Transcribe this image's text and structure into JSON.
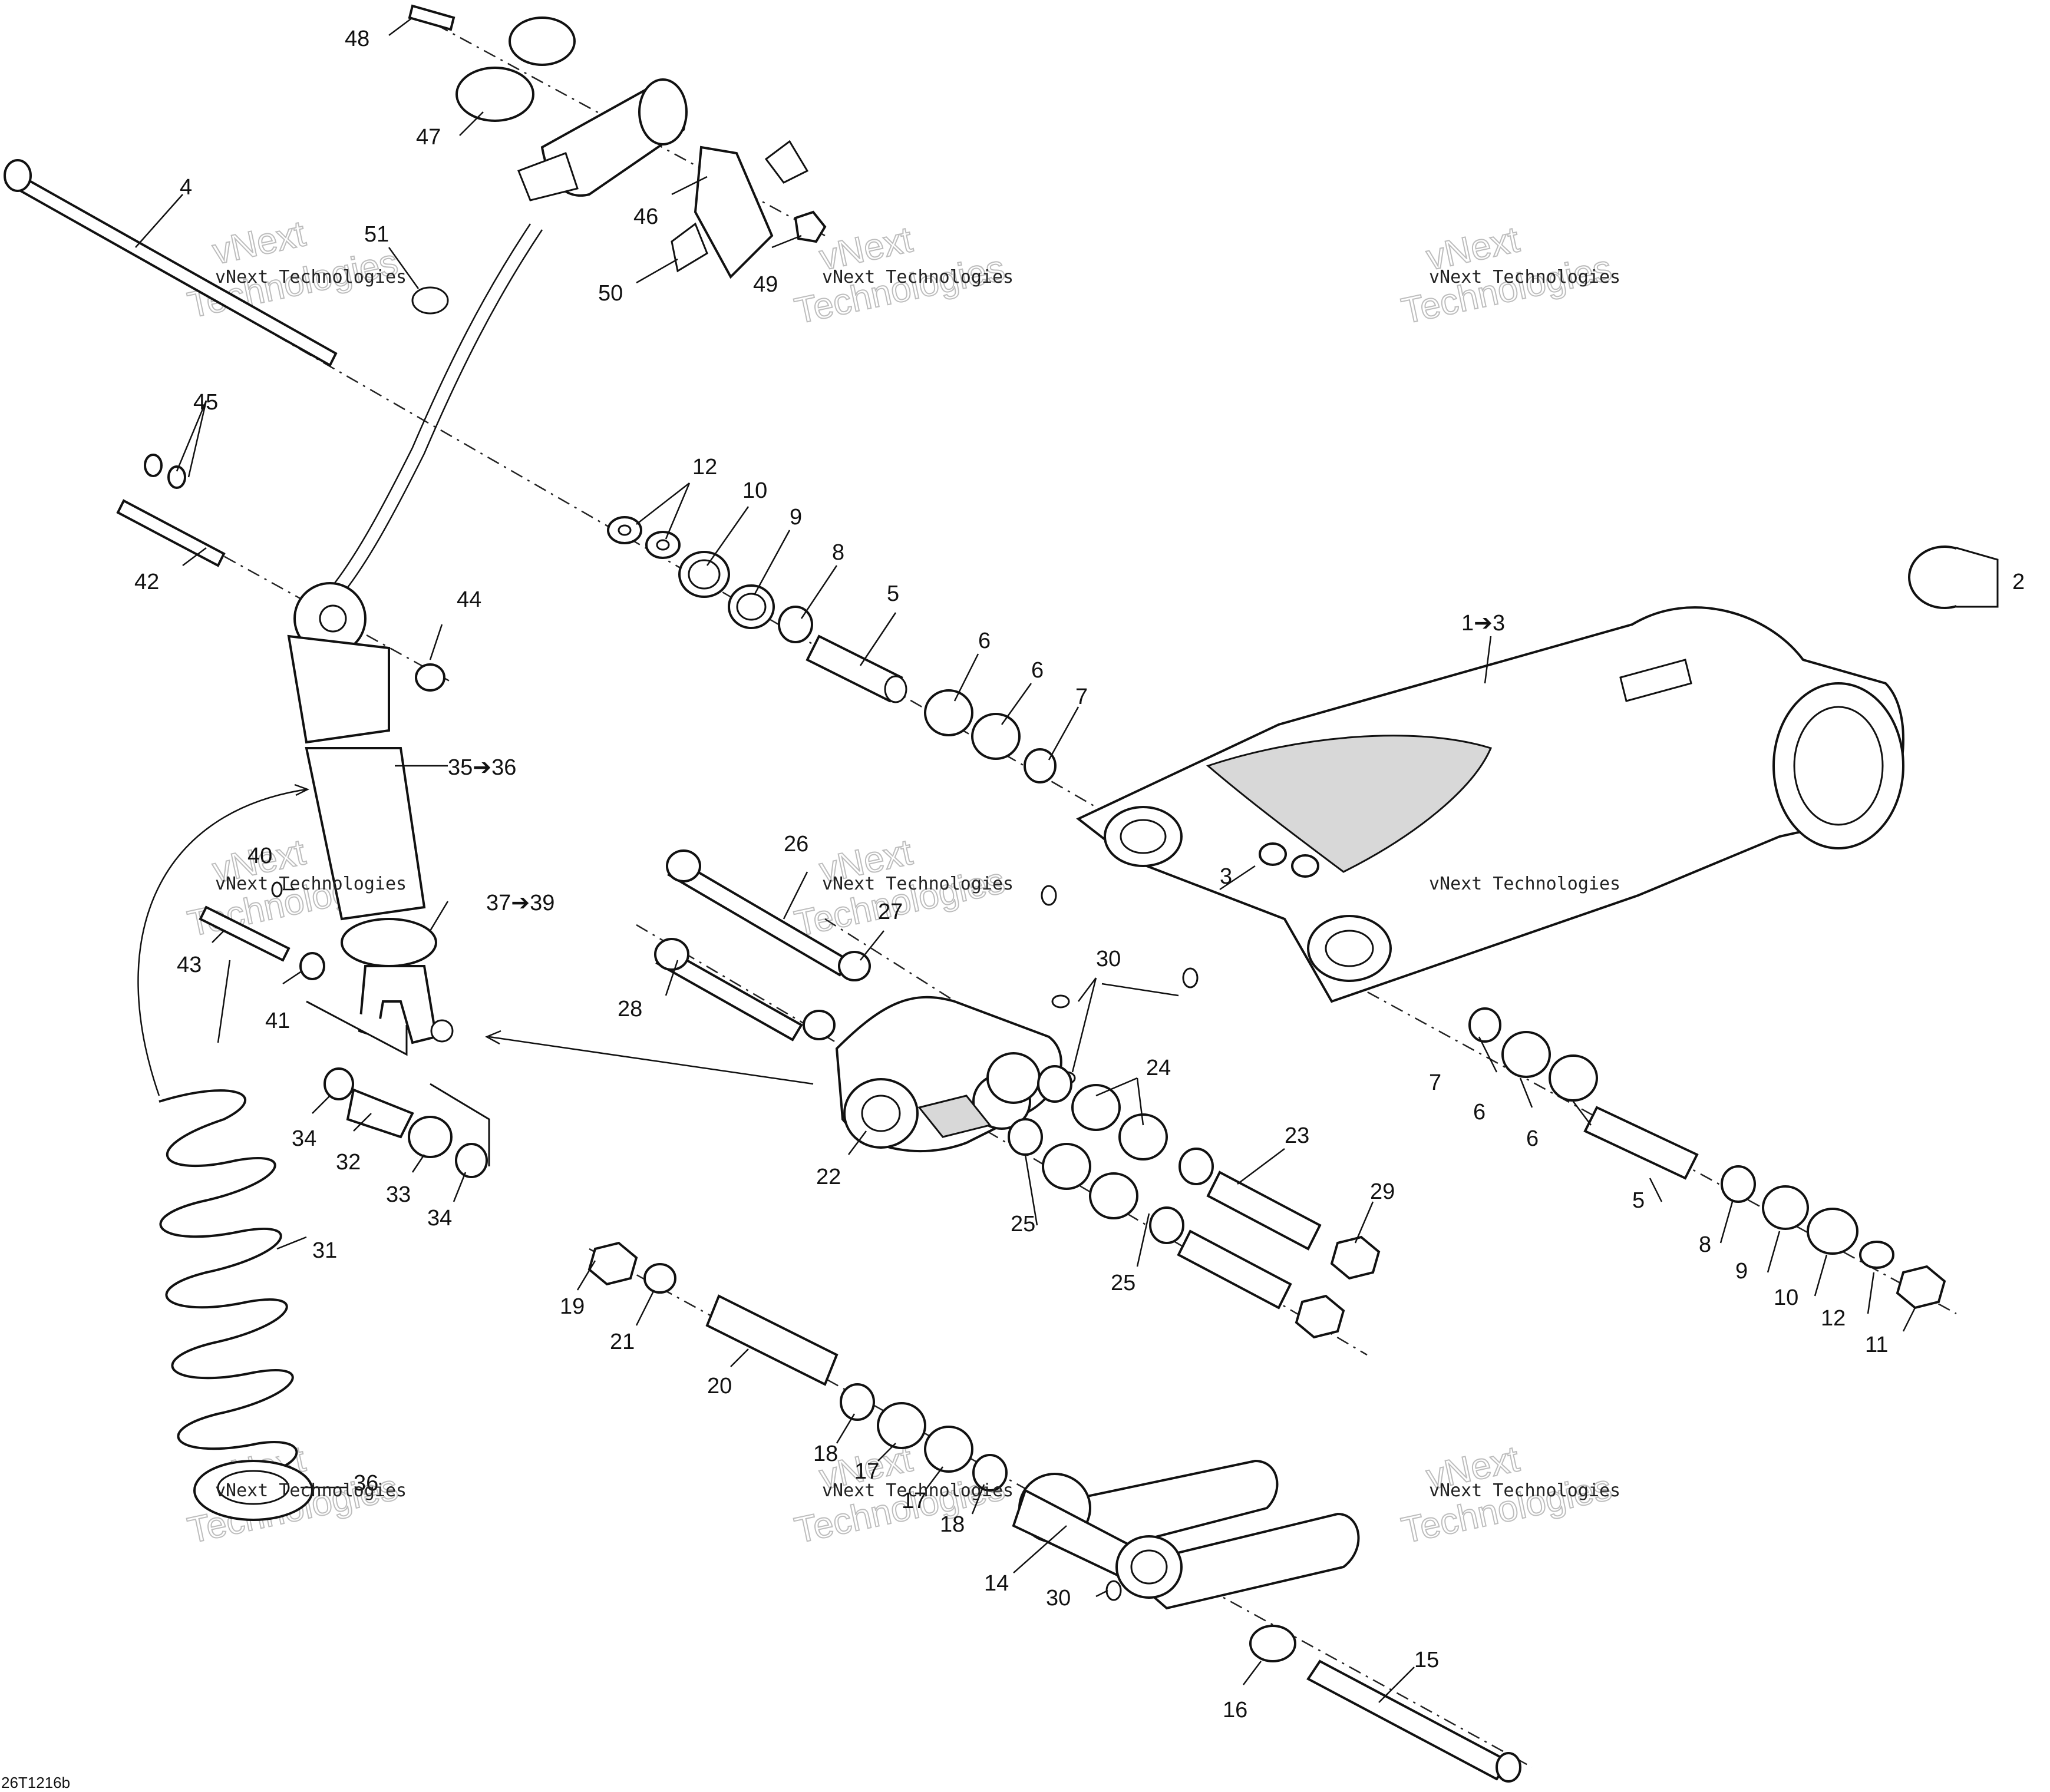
{
  "watermark": {
    "small": "vNext Technologies",
    "large_line1": "vNext",
    "large_line2": "Technologies"
  },
  "drawing_code": "26T1216b",
  "callouts": {
    "c1": "1➔3",
    "c2": "2",
    "c3": "3",
    "c4": "4",
    "c5a": "5",
    "c5b": "5",
    "c6a": "6",
    "c6b": "6",
    "c6c": "6",
    "c6d": "6",
    "c7a": "7",
    "c7b": "7",
    "c8a": "8",
    "c8b": "8",
    "c9a": "9",
    "c9b": "9",
    "c10a": "10",
    "c10b": "10",
    "c11": "11",
    "c12a": "12",
    "c12b": "12",
    "c14": "14",
    "c15": "15",
    "c16": "16",
    "c17a": "17",
    "c17b": "17",
    "c18a": "18",
    "c18b": "18",
    "c19": "19",
    "c20": "20",
    "c21": "21",
    "c22": "22",
    "c23": "23",
    "c24": "24",
    "c25a": "25",
    "c25b": "25",
    "c26": "26",
    "c27": "27",
    "c28": "28",
    "c29": "29",
    "c30a": "30",
    "c30b": "30",
    "c31": "31",
    "c32": "32",
    "c33": "33",
    "c34a": "34",
    "c34b": "34",
    "c35": "35➔36",
    "c36": "36",
    "c37": "37➔39",
    "c40": "40",
    "c41": "41",
    "c42": "42",
    "c43": "43",
    "c44": "44",
    "c45": "45",
    "c46": "46",
    "c47": "47",
    "c48": "48",
    "c49": "49",
    "c50": "50",
    "c51": "51"
  }
}
